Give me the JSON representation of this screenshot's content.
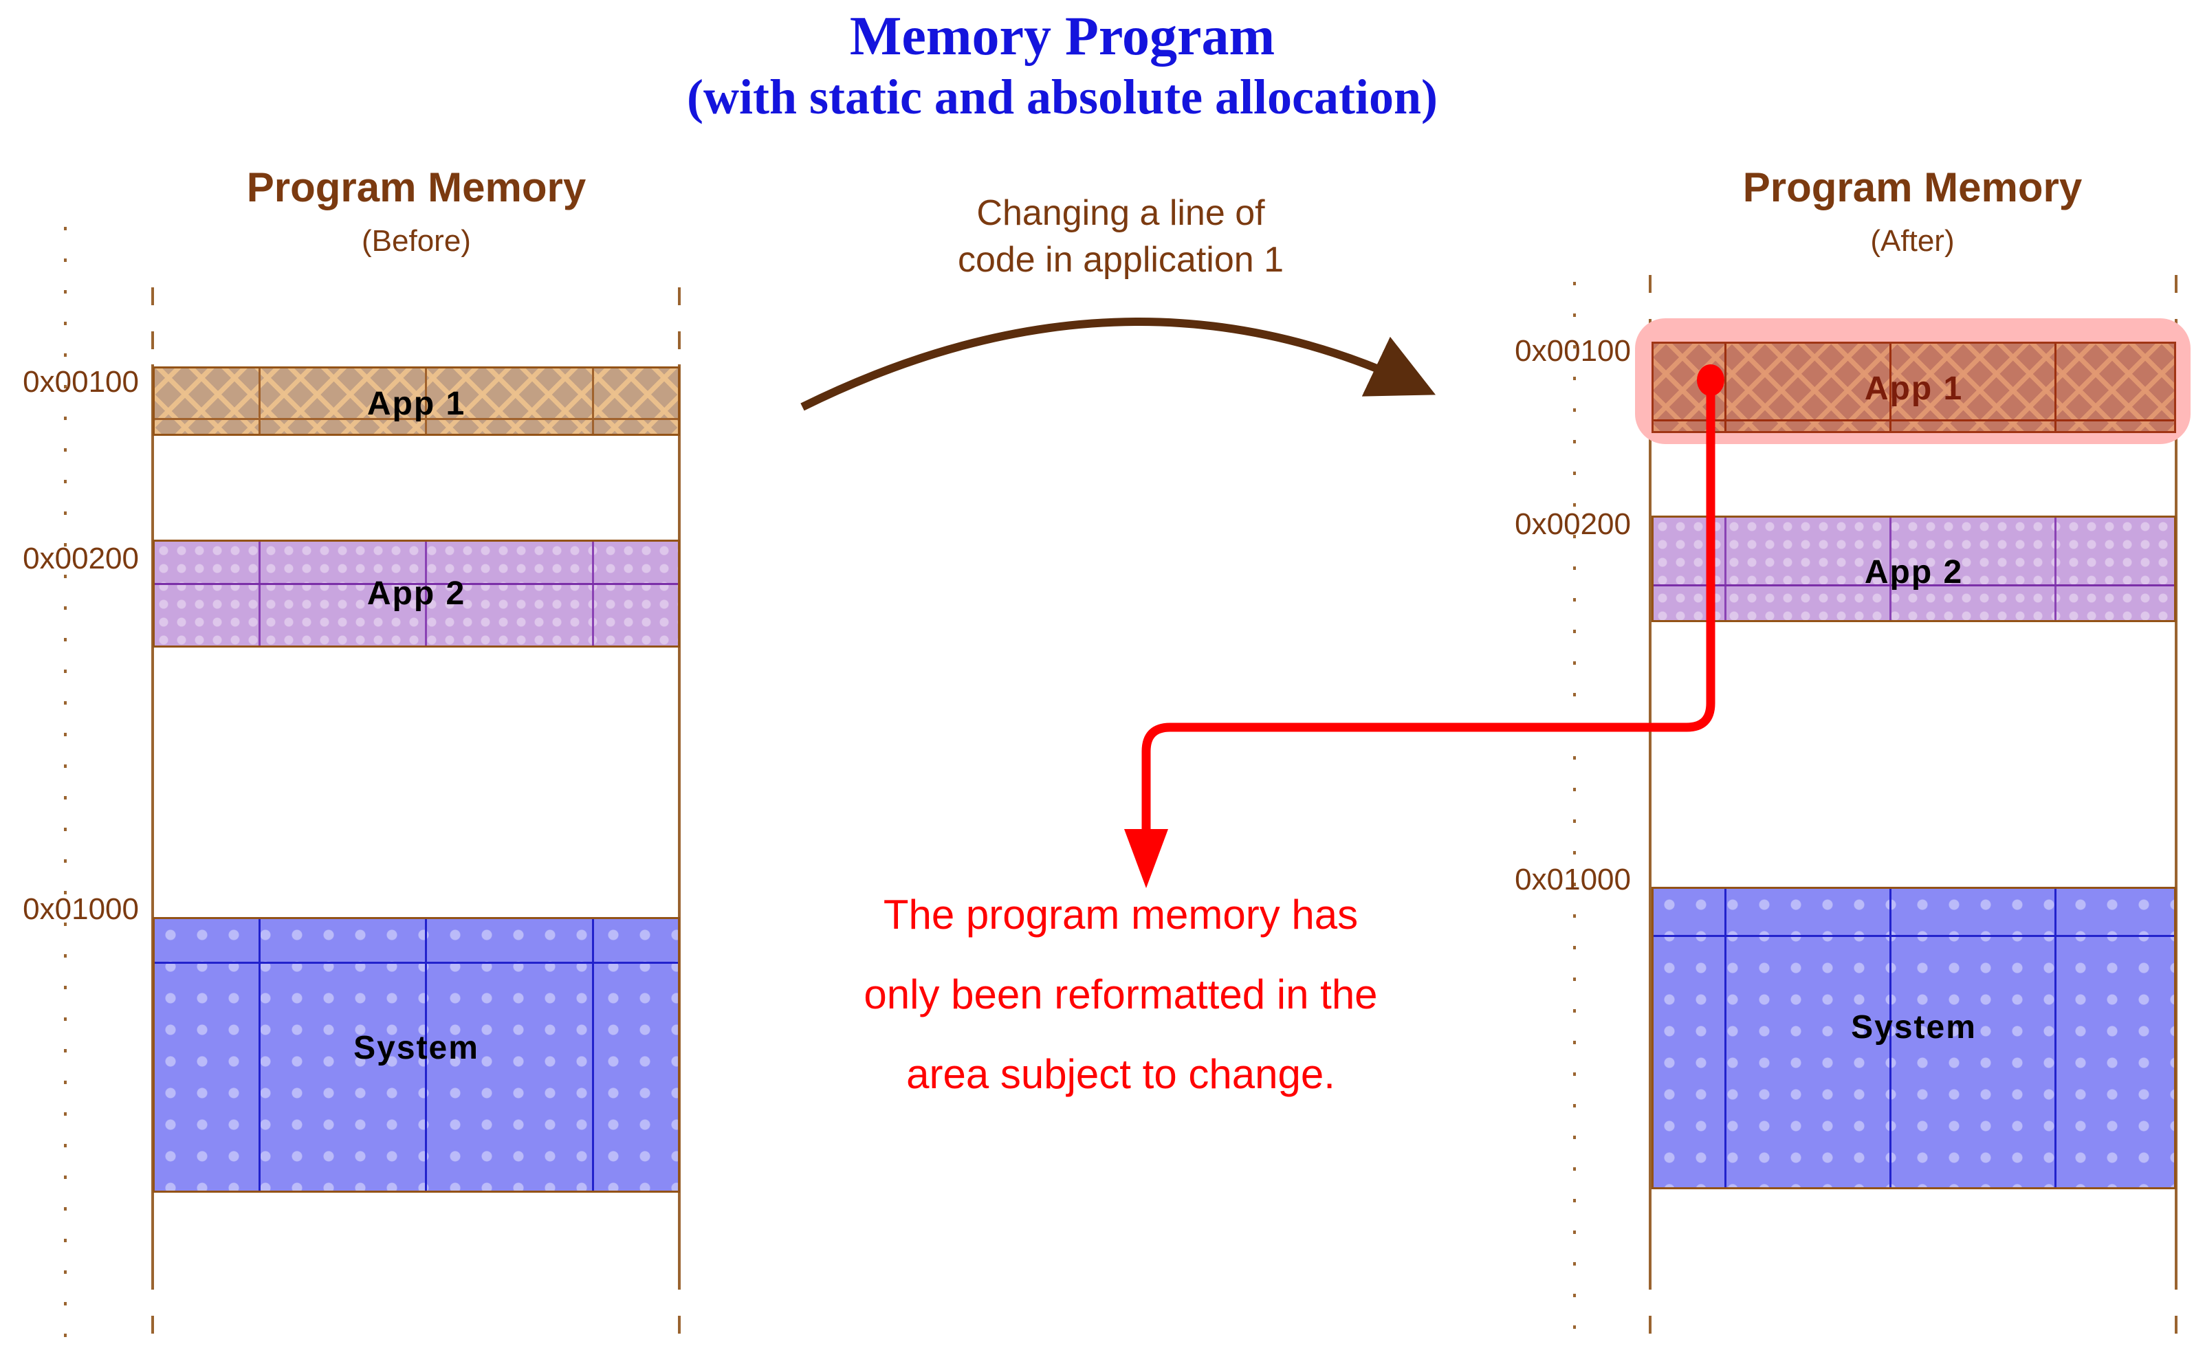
{
  "title": {
    "line1": "Memory Program",
    "line2": "(with static and absolute allocation)"
  },
  "annotations": {
    "change_label": {
      "line1": "Changing a line of",
      "line2": "code in application 1"
    },
    "note": {
      "line1": "The program memory has",
      "line2": "only been reformatted in the",
      "line3": "area subject to change."
    }
  },
  "before_panel": {
    "title": "Program Memory",
    "subtitle": "(Before)",
    "addresses": [
      "0x00100",
      "0x00200",
      "0x01000"
    ],
    "blocks": [
      {
        "label": "App 1"
      },
      {
        "label": "App 2"
      },
      {
        "label": "System"
      }
    ]
  },
  "after_panel": {
    "title": "Program Memory",
    "subtitle": "(After)",
    "addresses": [
      "0x00100",
      "0x00200",
      "0x01000"
    ],
    "blocks": [
      {
        "label": "App 1"
      },
      {
        "label": "App 2"
      },
      {
        "label": "System"
      }
    ]
  },
  "colors": {
    "title_blue": "#1414DD",
    "brown_text": "#7B3A10",
    "arrow_brown": "#5B2D0D",
    "note_red": "#FF0000",
    "highlight_pink": "#FFB9B9",
    "app1_before_fill": "#C2A084",
    "app1_after_fill": "#C27763",
    "app2_fill": "#C9A5DF",
    "system_fill": "#8A8AF5"
  }
}
